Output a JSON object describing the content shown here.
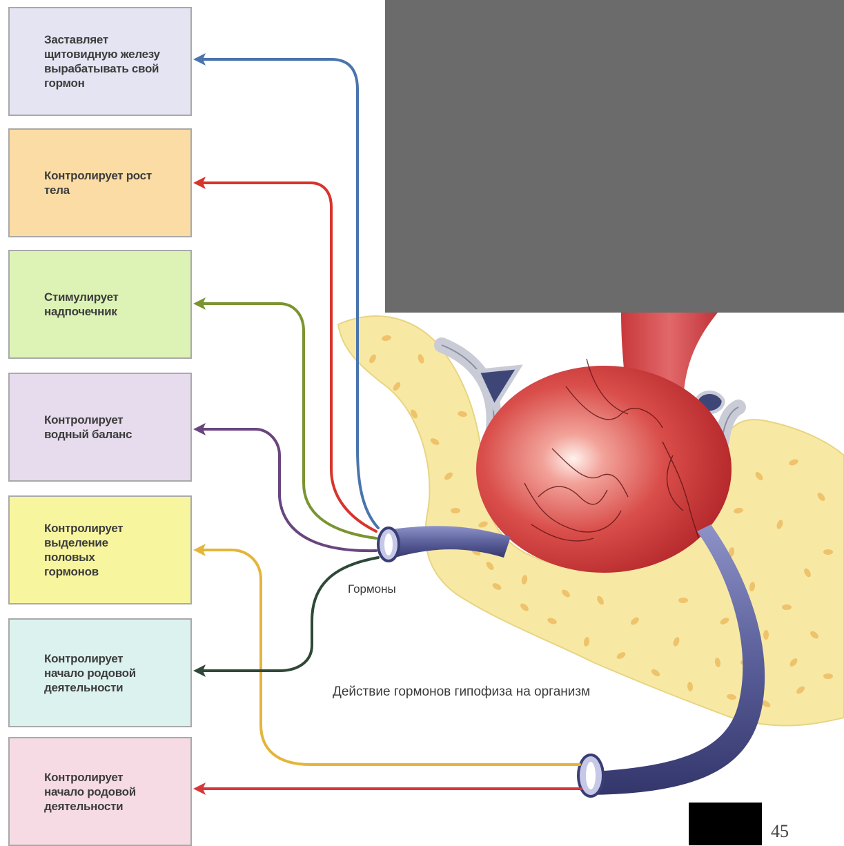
{
  "diagram": {
    "caption": "Действие гормонов гипофиза на организм",
    "hormones_label": "Гормоны",
    "page_number": "45",
    "boxes": [
      {
        "label": "Заставляет\nщитовидную железу\nвырабатывать свой\nгормон",
        "fill": "#e4e4f3",
        "arrow_color": "#4a74ad"
      },
      {
        "label": "Контролирует рост\nтела",
        "fill": "#fbdca4",
        "arrow_color": "#d8342c"
      },
      {
        "label": "Стимулирует\nнадпочечник",
        "fill": "#ddf3b6",
        "arrow_color": "#7a9432"
      },
      {
        "label": "Контролирует\nводный баланс",
        "fill": "#e6dced",
        "arrow_color": "#69457f"
      },
      {
        "label": "Контролирует\nвыделение\nполовых\nгормонов",
        "fill": "#f8f59f",
        "arrow_color": "#e4b53a"
      },
      {
        "label": "Контролирует\nначало родовой\nдеятельности",
        "fill": "#dcf2ef",
        "arrow_color": "#2f4837"
      },
      {
        "label": "Контролирует\nначало родовой\nдеятельности",
        "fill": "#f6dbe4",
        "arrow_color": "#d7363a"
      }
    ]
  },
  "colors": {
    "bone": "#f7e9a4",
    "bone_pore": "#edbd63",
    "gland": "#d64848",
    "gland_highlight": "#ffe8e3",
    "tube": "#5b5f9a",
    "overlay": "#6b6b6b"
  }
}
